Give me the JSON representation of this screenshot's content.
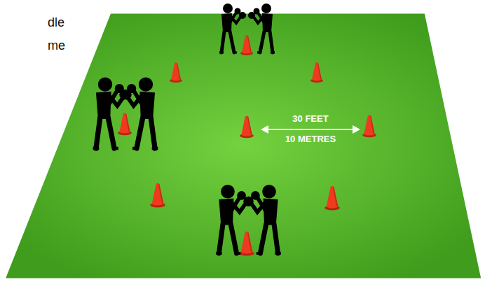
{
  "diagram": {
    "labels": [
      "dle",
      "me",
      "30 FEET",
      "10 METRES"
    ]
  }
}
